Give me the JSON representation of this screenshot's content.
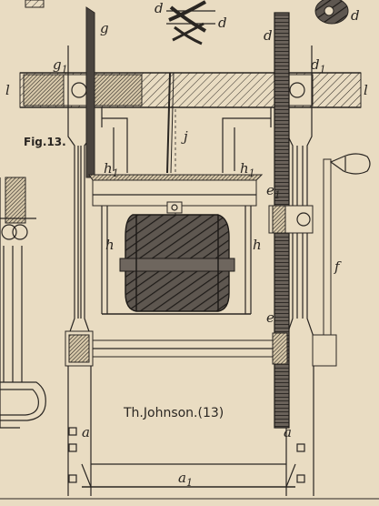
{
  "figure": {
    "number_label": "Fig.13.",
    "caption": "Th.Johnson.(13)"
  },
  "labels": {
    "g": "g",
    "g1_main": "g",
    "g1_sub": "1",
    "d_top": "d",
    "d1_main": "d",
    "d1_sub": "1",
    "d_thumb_left": "d",
    "d_thumb_mid": "d",
    "d_thumb_right": "d",
    "l_left": "l",
    "l_right": "l",
    "j": "j",
    "h1_left_main": "h",
    "h1_left_sub": "1",
    "h1_right_main": "h",
    "h1_right_sub": "1",
    "h_left": "h",
    "h_right": "h",
    "e1_main": "e",
    "e1_sub": "1",
    "e": "e",
    "f": "f",
    "a_left": "a",
    "a_right": "a",
    "a1_main": "a",
    "a1_sub": "1"
  }
}
